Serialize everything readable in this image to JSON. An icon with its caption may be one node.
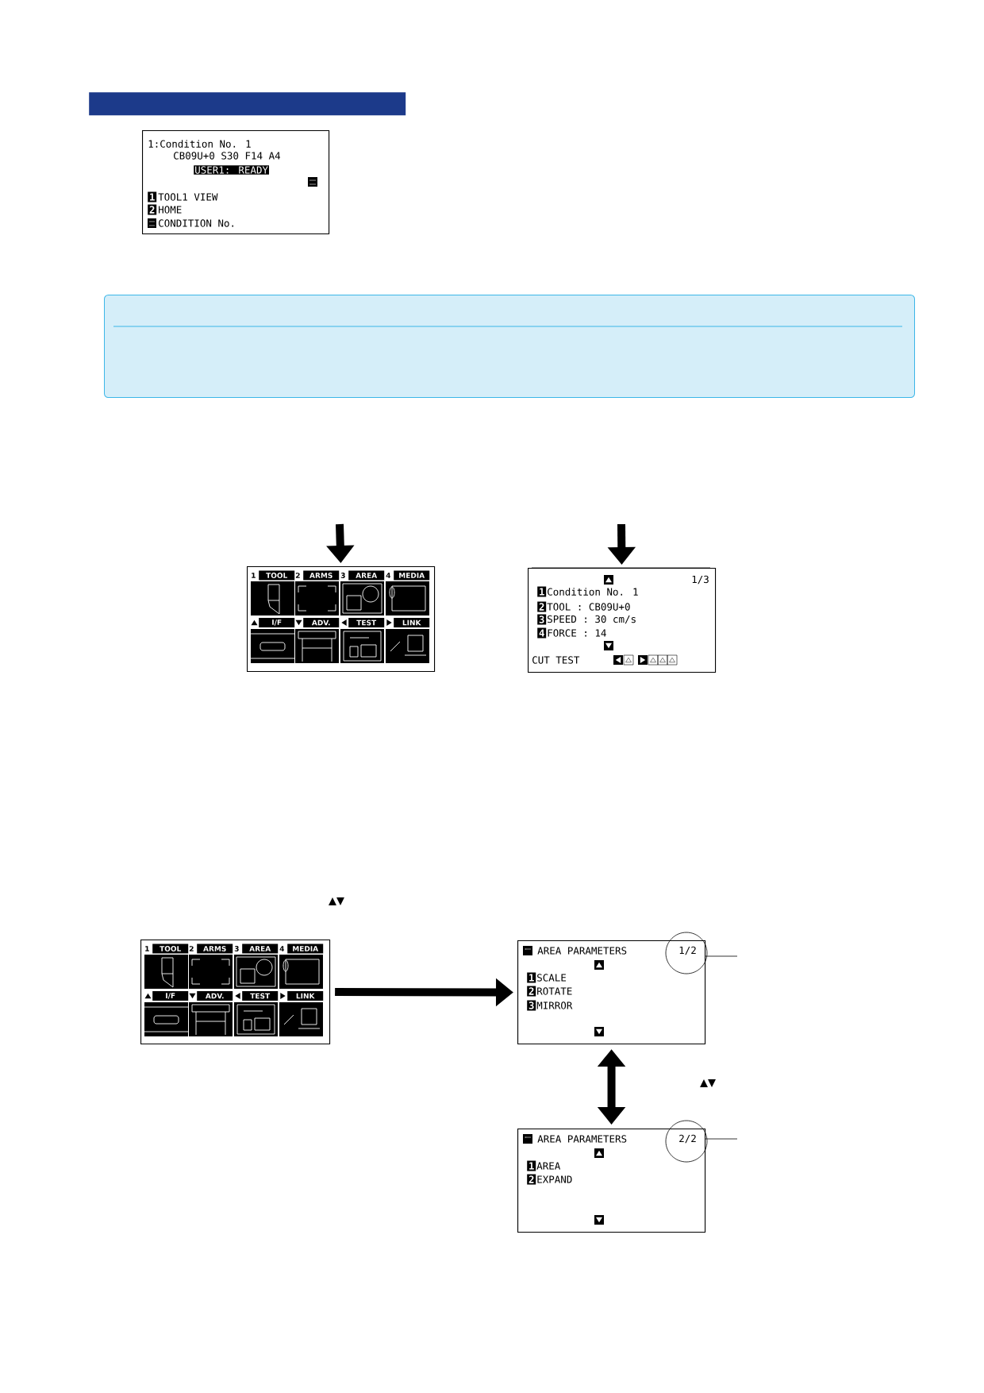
{
  "diagram": {
    "nodes": [
      {
        "text": [],
        "shape": "bar"
      },
      {
        "text": [
          "1:Condition No. 1",
          "CB09U+0 S30 F14 A4",
          "USER1: READY",
          "1",
          "TOOL1 VIEW",
          "2",
          "HOME",
          "CONDITION No."
        ]
      },
      {
        "text": [],
        "shape": "box"
      },
      {
        "text": [
          "1",
          "TOOL",
          "2",
          "ARMS",
          "3",
          "AREA",
          "4",
          "MEDIA",
          "I/F",
          "ADV.",
          "TEST",
          "LINK"
        ]
      },
      {
        "text": [
          "1/3",
          "1",
          "Condition No. 1",
          "2",
          "TOOL : CB09U+0",
          "3",
          "SPEED : 30 cm/s",
          "4",
          "FORCE : 14",
          "CUT TEST"
        ]
      },
      {
        "text": [
          "1",
          "TOOL",
          "2",
          "ARMS",
          "3",
          "AREA",
          "4",
          "MEDIA",
          "I/F",
          "ADV.",
          "TEST",
          "LINK"
        ]
      },
      {
        "text": [
          "AREA PARAMETERS",
          "1/2",
          "1",
          "SCALE",
          "2",
          "ROTATE",
          "3",
          "MIRROR"
        ]
      },
      {
        "text": [
          "AREA PARAMETERS",
          "2/2",
          "1",
          "AREA",
          "2",
          "EXPAND"
        ]
      }
    ],
    "edges": [
      {
        "from": null,
        "to": 3,
        "arrow": "to"
      },
      {
        "from": null,
        "to": 4,
        "arrow": "to"
      },
      {
        "from": 5,
        "to": 6,
        "arrow": "to"
      },
      {
        "from": 6,
        "to": 7,
        "arrow": "both"
      },
      {
        "from": null,
        "to": 6,
        "arrow": "none"
      },
      {
        "from": null,
        "to": 7,
        "arrow": "none"
      }
    ],
    "labels": [
      "▲▼",
      "▲▼"
    ]
  }
}
